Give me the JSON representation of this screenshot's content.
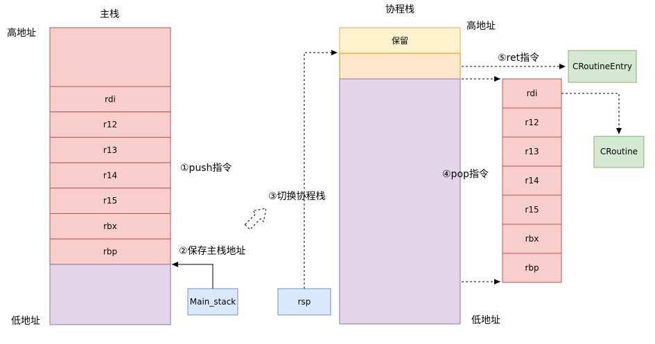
{
  "colors": {
    "red_fill": "#f8cecc",
    "red_stroke": "#b85450",
    "purple_fill": "#e1d5e7",
    "purple_stroke": "#9673a6",
    "yellow_fill": "#fff2cc",
    "yellow_stroke": "#d6b656",
    "orange_fill": "#ffe6cc",
    "orange_stroke": "#d79b00",
    "green_fill": "#d5e8d4",
    "green_stroke": "#82b366",
    "blue_fill": "#dae8fc",
    "blue_stroke": "#6c8ebf",
    "line": "#000000"
  },
  "main_stack": {
    "title": "主栈",
    "high_addr": "高地址",
    "low_addr": "低地址",
    "registers": [
      "rdi",
      "r12",
      "r13",
      "r14",
      "r15",
      "rbx",
      "rbp"
    ]
  },
  "co_stack": {
    "title": "协程栈",
    "high_addr": "高地址",
    "low_addr": "低地址",
    "reserved": "保留",
    "registers": [
      "rdi",
      "r12",
      "r13",
      "r14",
      "r15",
      "rbx",
      "rbp"
    ]
  },
  "steps": {
    "push": "①push指令",
    "save": "②保存主栈地址",
    "switch": "③切换协程栈",
    "pop": "④pop指令",
    "ret": "⑤ret指令"
  },
  "boxes": {
    "main_stack_var": "Main_stack",
    "rsp": "rsp",
    "entry": "CRoutineEntry",
    "croutine": "CRoutine"
  }
}
